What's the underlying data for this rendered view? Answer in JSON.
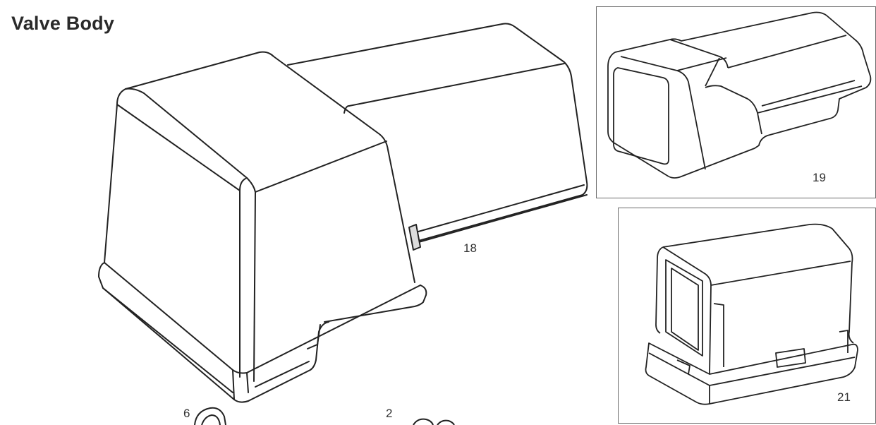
{
  "page": {
    "title": "Valve Body"
  },
  "callouts": {
    "main_cover": "18",
    "cover_variant_a": "19",
    "cover_variant_b": "21",
    "part_6": "6",
    "part_2": "2"
  }
}
